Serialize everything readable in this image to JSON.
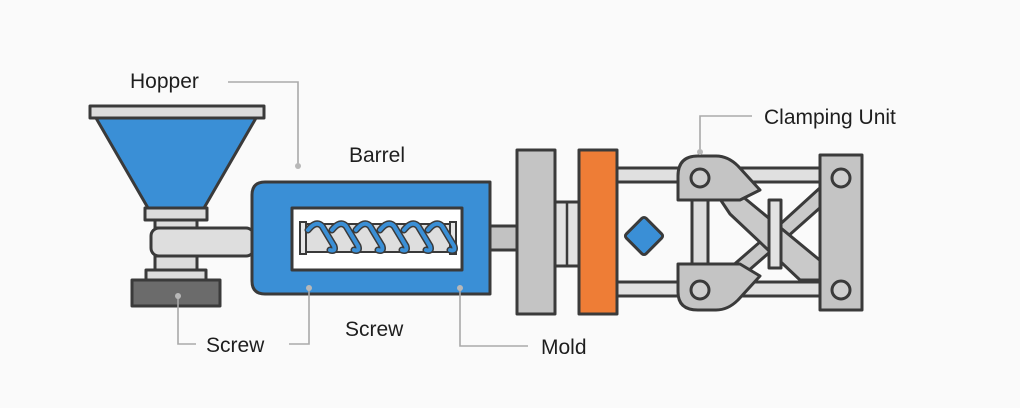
{
  "diagram": {
    "title": "Injection molding machine",
    "labels": {
      "hopper": "Hopper",
      "barrel": "Barrel",
      "screw_left": "Screw",
      "screw_center": "Screw",
      "mold": "Mold",
      "clamping_unit": "Clamping Unit"
    },
    "colors": {
      "background": "#fafafa",
      "blue": "#3a8fd6",
      "orange": "#ee7d36",
      "light_gray": "#dcdcdc",
      "mid_gray": "#c2c2c2",
      "dark_gray": "#6b6b6b",
      "outline": "#3a3a3a",
      "leader": "#a9a9a9"
    }
  }
}
